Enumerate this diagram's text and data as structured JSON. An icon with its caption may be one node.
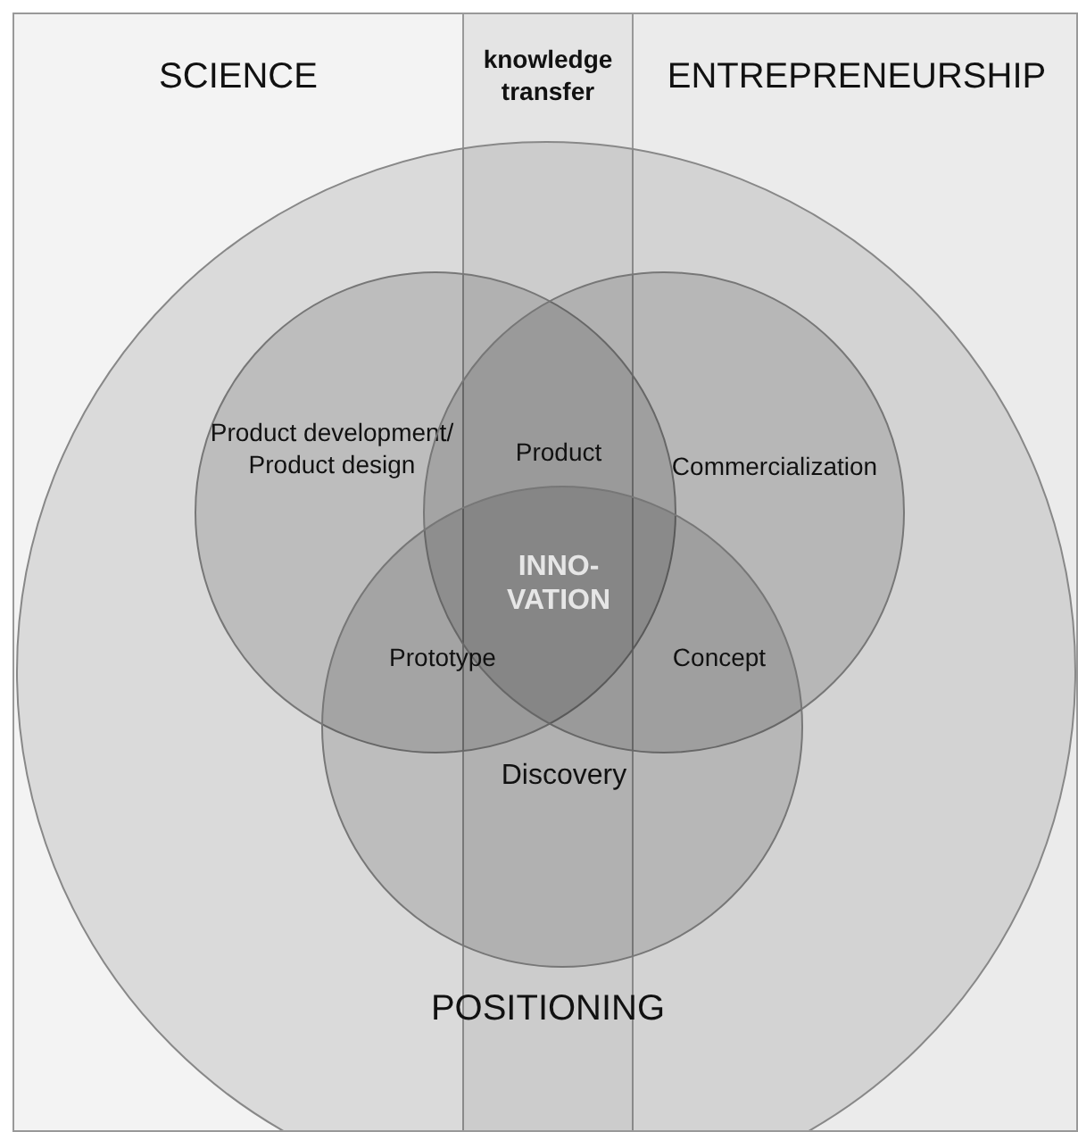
{
  "diagram": {
    "nodes": [
      {
        "text": [
          "SCIENCE"
        ]
      },
      {
        "text": [
          "knowledge transfer"
        ]
      },
      {
        "text": [
          "ENTREPRENEURSHIP"
        ]
      },
      {
        "text": [
          "POSITIONING"
        ]
      },
      {
        "text": [
          "Product development/ Product design"
        ],
        "in": 3
      },
      {
        "text": [
          "Commercialization"
        ],
        "in": 3
      },
      {
        "text": [
          "Discovery"
        ],
        "in": 3
      }
    ],
    "labels": [
      "Product",
      "INNO- VATION",
      "Prototype",
      "Concept"
    ]
  }
}
